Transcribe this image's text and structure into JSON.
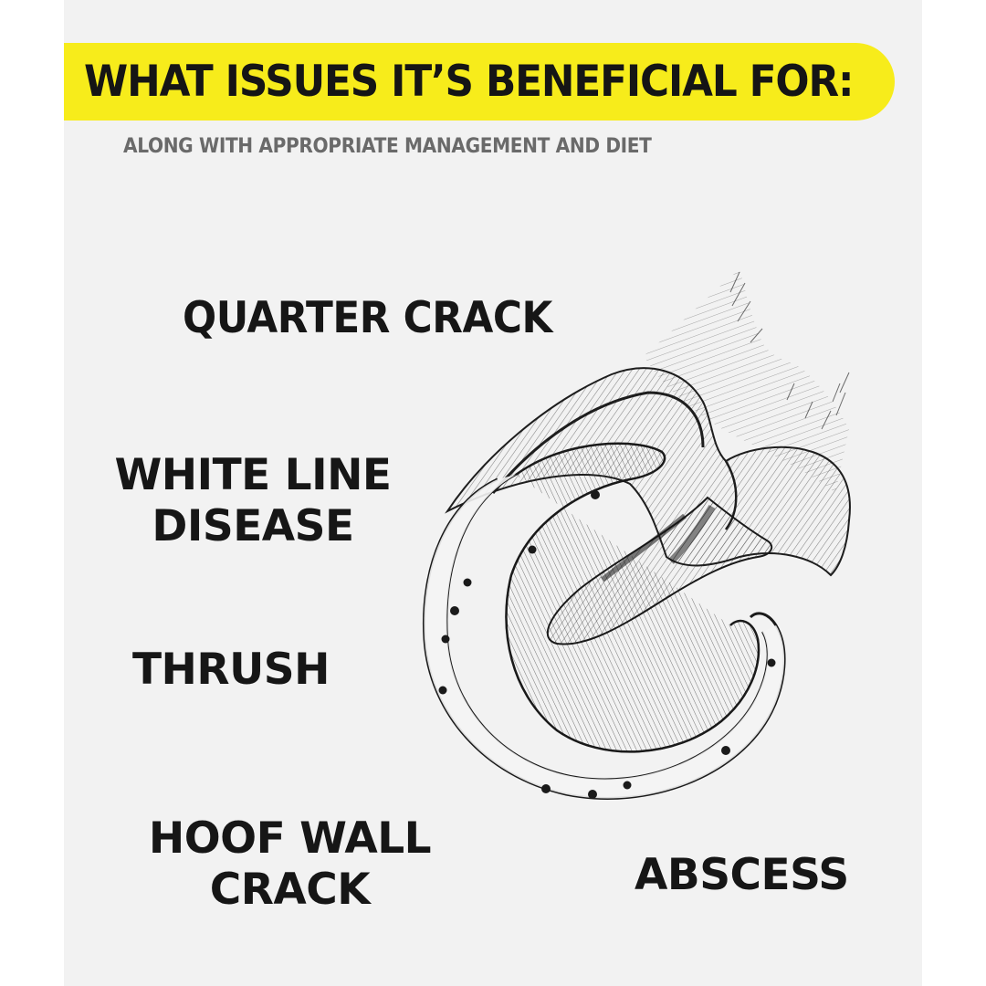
{
  "banner": {
    "title": "WHAT ISSUES IT’S BENEFICIAL FOR:",
    "background_color": "#f7ec1b",
    "text_color": "#151515"
  },
  "subtitle": "ALONG WITH APPROPRIATE MANAGEMENT AND DIET",
  "issues": [
    {
      "lines": [
        "QUARTER CRACK"
      ]
    },
    {
      "lines": [
        "WHITE LINE",
        "DISEASE"
      ]
    },
    {
      "lines": [
        "THRUSH"
      ]
    },
    {
      "lines": [
        "HOOF WALL",
        "CRACK"
      ]
    },
    {
      "lines": [
        "ABSCESS"
      ]
    }
  ],
  "illustration": {
    "icon": "horse-hoof-with-horseshoe-sketch-icon"
  },
  "colors": {
    "panel_background": "#f2f2f2",
    "page_background": "#ffffff",
    "subtitle_text": "#6a6a6a",
    "label_text": "#161616"
  }
}
